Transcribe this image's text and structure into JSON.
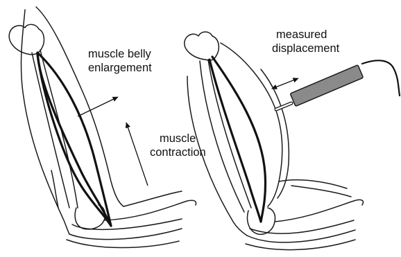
{
  "labels": {
    "belly_line1": "muscle belly",
    "belly_line2": "enlargement",
    "contraction_line1": "muscle",
    "contraction_line2": "contraction",
    "displacement_line1": "measured",
    "displacement_line2": "displacement"
  },
  "colors": {
    "line": "#1a1a1a",
    "sensor_body": "#8a8a8a",
    "background": "#ffffff"
  }
}
